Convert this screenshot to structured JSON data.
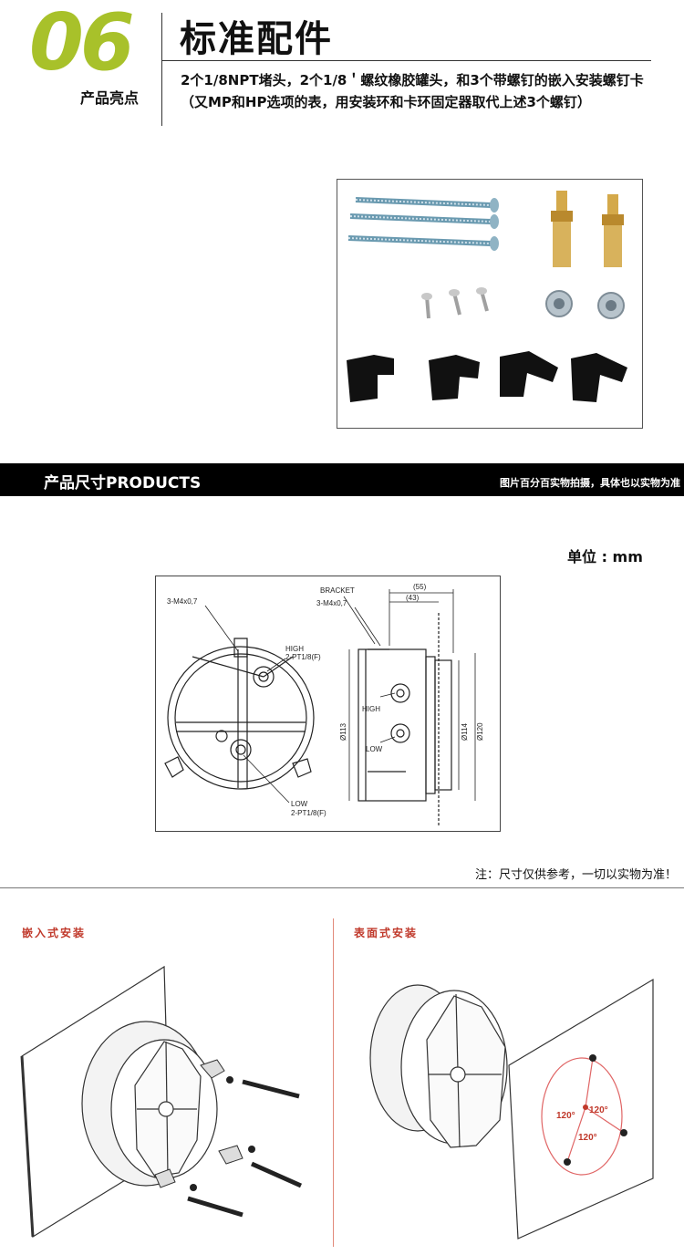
{
  "header": {
    "number": "06",
    "highlight_label": "产品亮点",
    "title": "标准配件",
    "description": "2个1/8NPT堵头，2个1/8＇螺纹橡胶罐头，和3个带螺钉的嵌入安装螺钉卡（又MP和HP选项的表，用安装环和卡环固定器取代上述3个螺钉）"
  },
  "band": {
    "title": "产品尺寸PRODUCTS",
    "note": "图片百分百实物拍摄，具体也以实物为准"
  },
  "unit_label": "单位 : mm",
  "drawing": {
    "front_screw": "3-M4x0,7",
    "high": "HIGH",
    "high_port": "2-PT1/8(F)",
    "low": "LOW",
    "low_port": "2-PT1/8(F)",
    "bracket": "BRACKET",
    "side_screw": "3-M4x0,7",
    "dim_55": "(55)",
    "dim_43": "(43)",
    "dia_113": "Ø113",
    "dia_114": "Ø114",
    "dia_120": "Ø120",
    "side_high": "HIGH",
    "side_low": "LOW"
  },
  "note": "注：尺寸仅供参考，一切以实物为准！",
  "installation": {
    "flush_label": "嵌入式安装",
    "surface_label": "表面式安装",
    "angles": [
      "120°",
      "120°",
      "120°"
    ]
  },
  "colors": {
    "accent": "#a8c12a",
    "band": "#000000",
    "install_red": "#c0392b"
  }
}
